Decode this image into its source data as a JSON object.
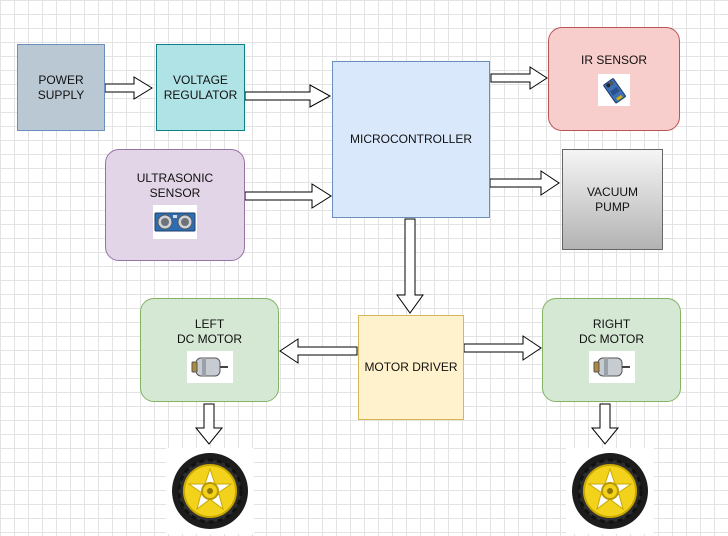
{
  "blocks": {
    "power_supply": {
      "label": "POWER\nSUPPLY",
      "fill": "#bac8d3",
      "stroke": "#6c8ebf"
    },
    "voltage_regulator": {
      "label": "VOLTAGE\nREGULATOR",
      "fill": "#b0e3e6",
      "stroke": "#0e8088"
    },
    "microcontroller": {
      "label": "MICROCONTROLLER",
      "fill": "#dae8fc",
      "stroke": "#6c8ebf"
    },
    "ir_sensor": {
      "label": "IR SENSOR",
      "fill": "#f8cecc",
      "stroke": "#b85450"
    },
    "ultrasonic_sensor": {
      "label": "ULTRASONIC\nSENSOR",
      "fill": "#e1d5e7",
      "stroke": "#9673a6"
    },
    "vacuum_pump": {
      "label": "VACUUM\nPUMP",
      "fill": "#d5d5d5",
      "stroke": "#666666"
    },
    "motor_driver": {
      "label": "MOTOR DRIVER",
      "fill": "#fff2cc",
      "stroke": "#d6b656"
    },
    "left_dc_motor": {
      "label": "LEFT\nDC MOTOR",
      "fill": "#d5e8d4",
      "stroke": "#82b366"
    },
    "right_dc_motor": {
      "label": "RIGHT\nDC MOTOR",
      "fill": "#d5e8d4",
      "stroke": "#82b366"
    }
  },
  "icons": {
    "ir_sensor": "ir-sensor-module-icon",
    "ultrasonic_sensor": "ultrasonic-sensor-module-icon",
    "dc_motor": "dc-motor-icon",
    "wheel": "yellow-wheel-icon"
  }
}
